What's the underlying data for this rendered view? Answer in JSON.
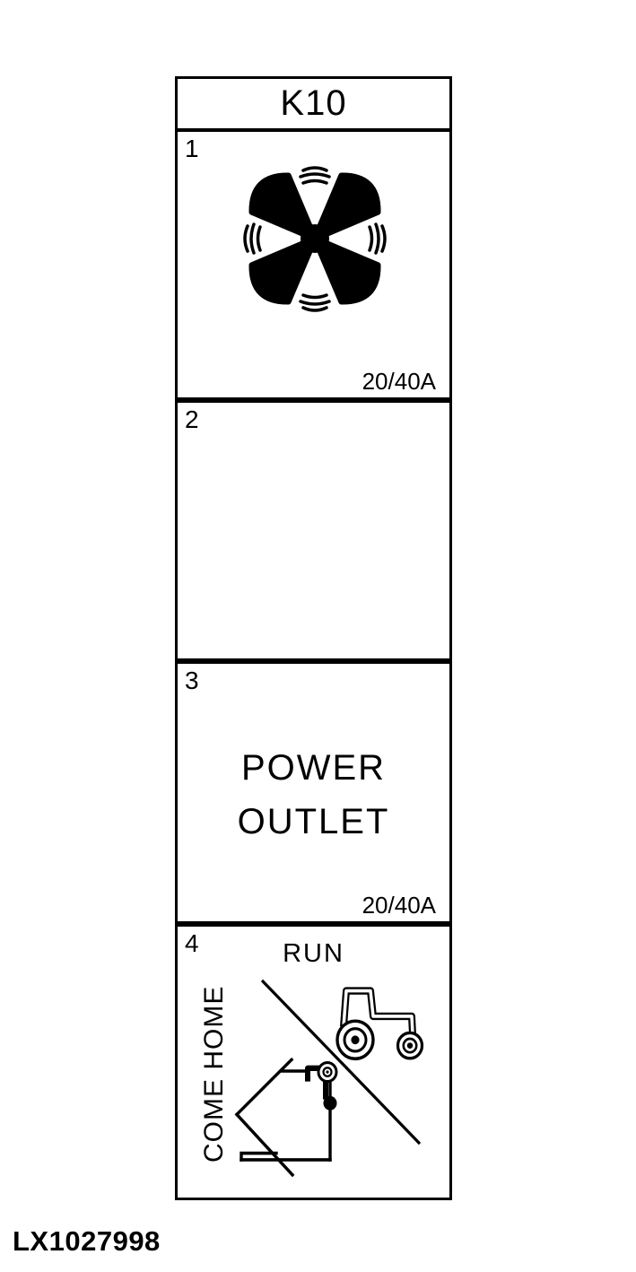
{
  "page": {
    "figure_code": "LX1027998",
    "background_color": "#ffffff",
    "line_color": "#000000"
  },
  "relay_card": {
    "title": "K10",
    "cells": [
      {
        "number": "1",
        "icon": "fan-icon",
        "rating": "20/40A"
      },
      {
        "number": "2"
      },
      {
        "number": "3",
        "label_lines": [
          "POWER",
          "OUTLET"
        ],
        "rating": "20/40A"
      },
      {
        "number": "4",
        "labels": {
          "run": "RUN",
          "come_home": "COME HOME"
        },
        "icons": [
          "tractor-icon",
          "come-home-house-icon",
          "diagonal-divider-line"
        ]
      }
    ]
  }
}
